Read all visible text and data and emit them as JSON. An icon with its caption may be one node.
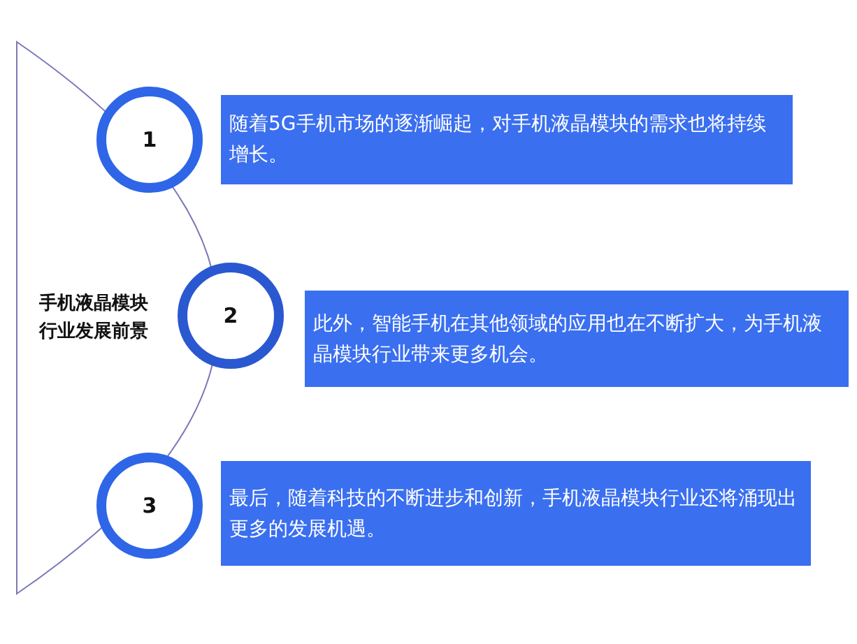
{
  "diagram": {
    "nodes": [
      {
        "text": [
          "1"
        ]
      },
      {
        "text": [
          "随着5G手机市场的逐渐崛起，对手机液晶模块的需求也将持续增长。"
        ]
      },
      {
        "text": [
          "2"
        ]
      },
      {
        "text": [
          "此外，智能手机在其他领域的应用也在不断扩大，为手机液晶模块行业带来更多机会。"
        ]
      },
      {
        "text": [
          "3"
        ]
      },
      {
        "text": [
          "最后，随着科技的不断进步和创新，手机液晶模块行业还将涌现出更多的发展机遇。"
        ]
      }
    ],
    "labels": [
      "手机液晶模块行业发展前景"
    ]
  }
}
